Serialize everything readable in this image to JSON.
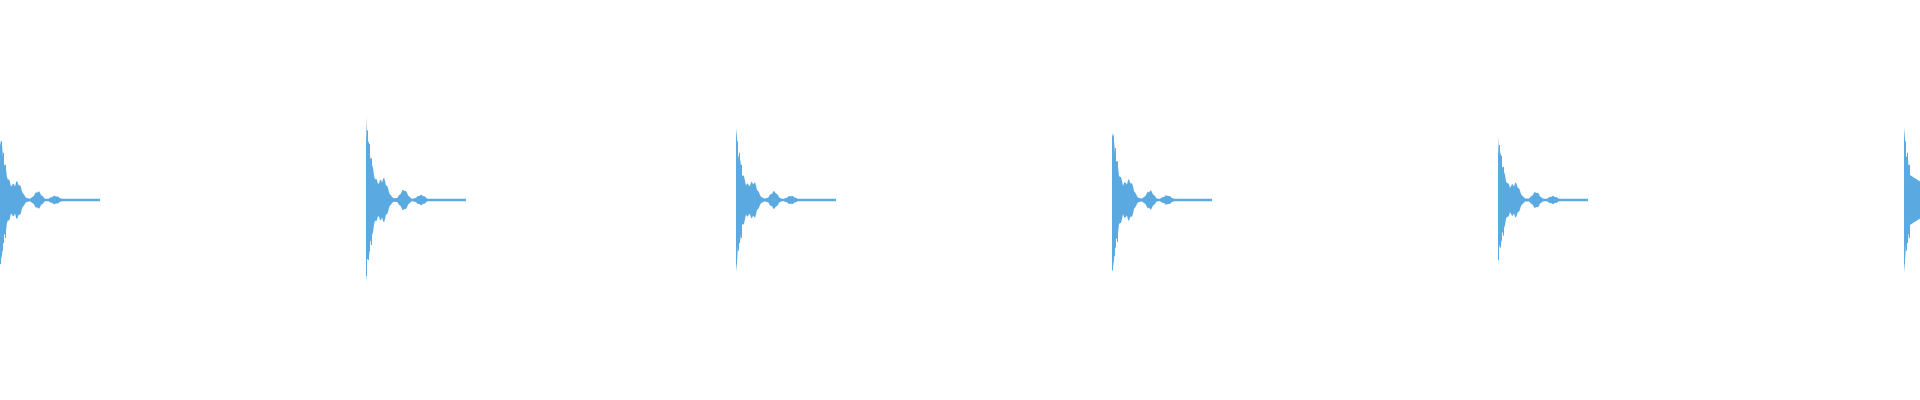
{
  "waveform": {
    "color": "#5aa9e0",
    "background": "#ffffff",
    "hits": [
      {
        "peak": 0.8,
        "tail": "full"
      },
      {
        "peak": 0.95,
        "tail": "full"
      },
      {
        "peak": 0.8,
        "tail": "full"
      },
      {
        "peak": 0.88,
        "tail": "full"
      },
      {
        "peak": 0.75,
        "tail": "full"
      },
      {
        "peak": 0.8,
        "tail": "cut"
      }
    ]
  }
}
